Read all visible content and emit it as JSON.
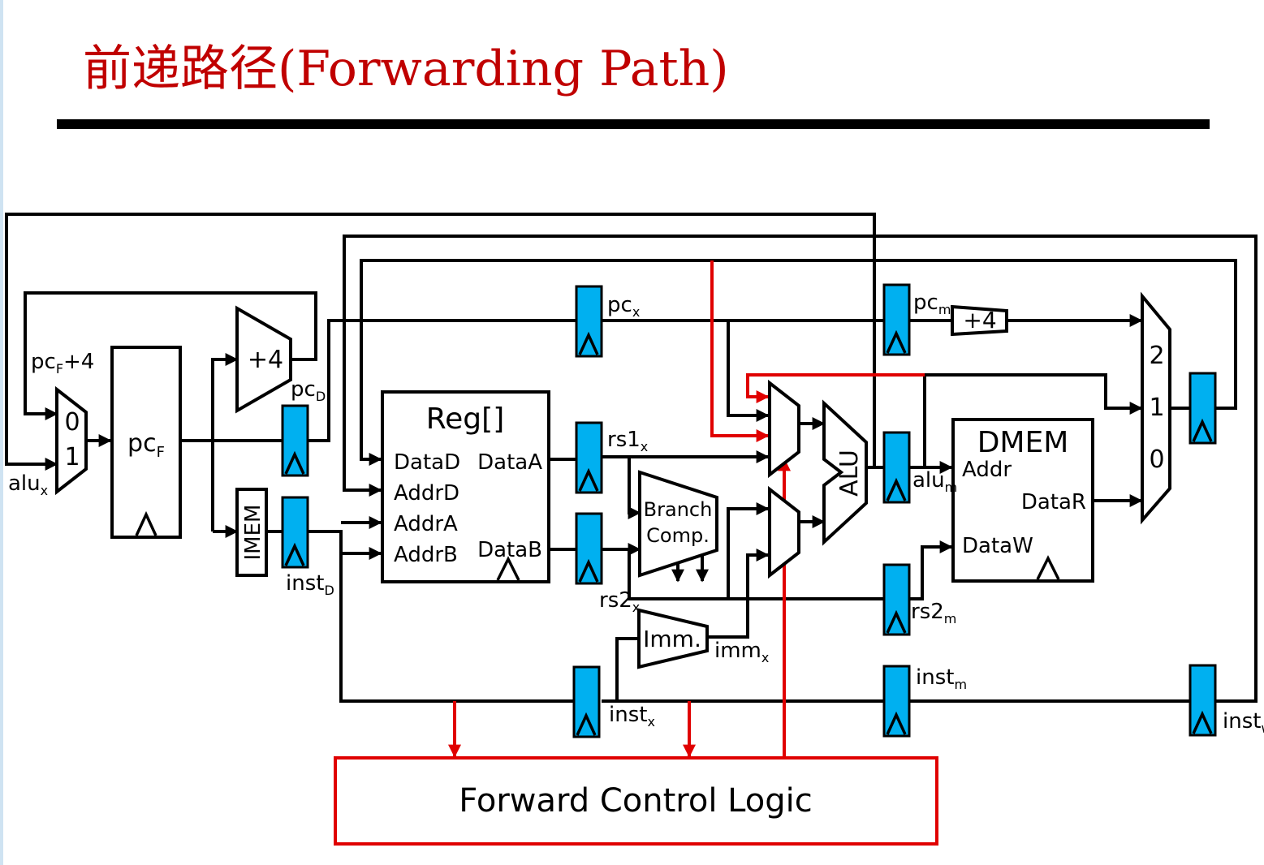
{
  "slide": {
    "title": "前递路径(Forwarding Path)",
    "accent_color": "#c00000",
    "forward_color": "#e00000",
    "register_color": "#00b0f0"
  },
  "diagram": {
    "blocks": {
      "pc": "pcF",
      "imem": "IMEM",
      "adder_f": "+4",
      "adder_m": "+4",
      "regfile": "Reg[]",
      "alu": "ALU",
      "branch_1": "Branch",
      "branch_2": "Comp.",
      "imm": "Imm.",
      "dmem": "DMEM",
      "forward_logic": "Forward Control Logic"
    },
    "ports": {
      "regfile": [
        "DataD",
        "AddrD",
        "AddrA",
        "AddrB",
        "DataA",
        "DataB"
      ],
      "dmem": [
        "Addr",
        "DataR",
        "DataW"
      ]
    },
    "mux_labels": {
      "pc_mux": [
        "0",
        "1"
      ],
      "wb_mux": [
        "2",
        "1",
        "0"
      ]
    },
    "signals": [
      {
        "base": "pc",
        "sub": "F",
        "tail": "+4"
      },
      {
        "base": "alu",
        "sub": "x",
        "tail": ""
      },
      {
        "base": "pc",
        "sub": "D",
        "tail": ""
      },
      {
        "base": "inst",
        "sub": "D",
        "tail": ""
      },
      {
        "base": "pc",
        "sub": "x",
        "tail": ""
      },
      {
        "base": "rs1",
        "sub": "x",
        "tail": ""
      },
      {
        "base": "rs2",
        "sub": "x",
        "tail": ""
      },
      {
        "base": "imm",
        "sub": "x",
        "tail": ""
      },
      {
        "base": "inst",
        "sub": "x",
        "tail": ""
      },
      {
        "base": "pc",
        "sub": "m",
        "tail": ""
      },
      {
        "base": "alu",
        "sub": "m",
        "tail": ""
      },
      {
        "base": "rs2",
        "sub": "m",
        "tail": ""
      },
      {
        "base": "inst",
        "sub": "m",
        "tail": ""
      },
      {
        "base": "inst",
        "sub": "w",
        "tail": ""
      }
    ]
  }
}
